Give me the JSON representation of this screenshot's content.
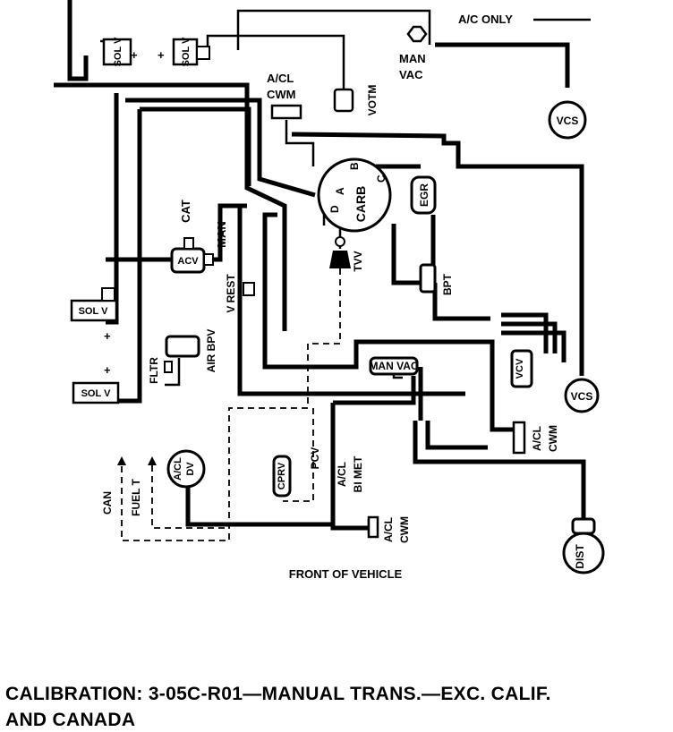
{
  "labels": {
    "ac_only": "A/C ONLY",
    "man_vac_top_1": "MAN",
    "man_vac_top_2": "VAC",
    "acl_cwm_top_1": "A/CL",
    "acl_cwm_top_2": "CWM",
    "votm": "VOTM",
    "vcs_top": "VCS",
    "sol_v_1": "SOL V",
    "sol_v_2": "SOL V",
    "sol_v_left_mid": "SOL V",
    "sol_v_left_low": "SOL V",
    "carb": "CARB",
    "carb_d": "D",
    "carb_a": "A",
    "carb_b": "B",
    "carb_c": "C",
    "egr": "EGR",
    "cat": "CAT",
    "man": "MAN",
    "acv": "ACV",
    "tvv": "TVV",
    "bpt": "BPT",
    "v_rest": "V REST",
    "air_bpv": "AIR BPV",
    "fltr": "FLTR",
    "man_vac_mid": "MAN VAC",
    "vcv": "VCV",
    "vcs_right": "VCS",
    "acl_cwm_right_1": "A/CL",
    "acl_cwm_right_2": "CWM",
    "acl_dv_1": "A/CL",
    "acl_dv_2": "DV",
    "cprv": "CPRV",
    "pcv": "PCV",
    "acl_bimet_1": "A/CL",
    "acl_bimet_2": "BI MET",
    "acl_cwm_bottom_1": "A/CL",
    "acl_cwm_bottom_2": "CWM",
    "can": "CAN",
    "fuel_t": "FUEL  T",
    "dist": "DIST",
    "front_of_vehicle": "FRONT OF VEHICLE",
    "plus": "+"
  },
  "caption": {
    "line1": "CALIBRATION: 3-05C-R01—MANUAL TRANS.—EXC. CALIF.",
    "line2": "AND CANADA"
  }
}
